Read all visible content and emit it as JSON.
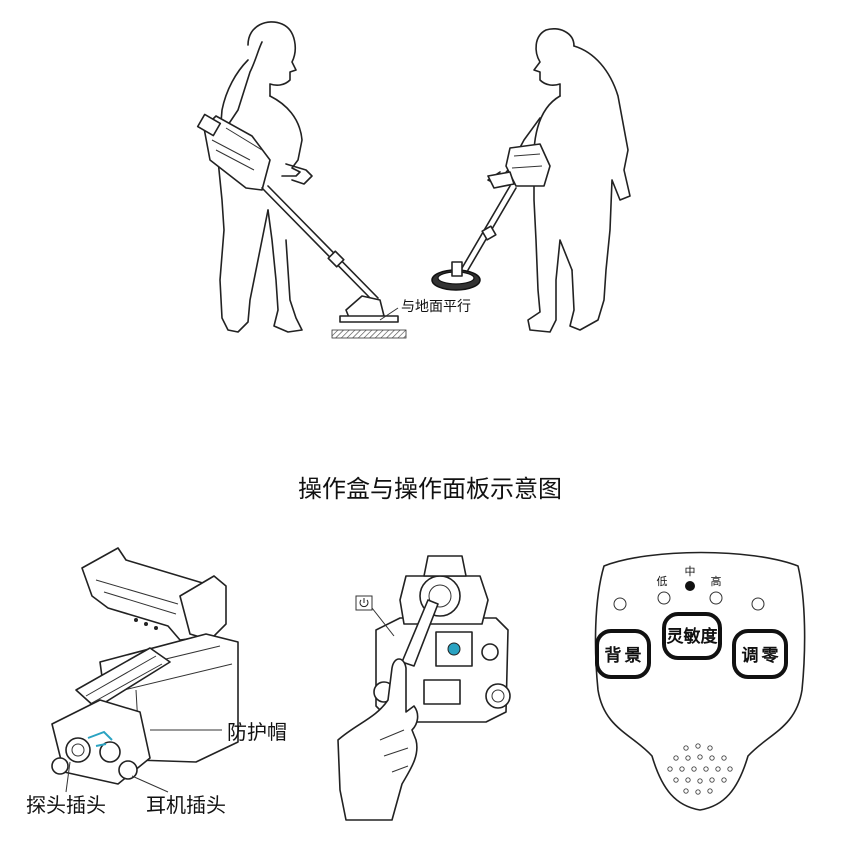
{
  "usage": {
    "ground_label": "与地面平行"
  },
  "section_title": "操作盒与操作面板示意图",
  "box_labels": {
    "cap": "防护帽",
    "probe_plug": "探头插头",
    "earphone_plug": "耳机插头"
  },
  "panel": {
    "level_low": "低",
    "level_mid": "中",
    "level_high": "高",
    "buttons": [
      {
        "line1": "背",
        "line2": "景"
      },
      {
        "line1": "灵敏度",
        "line2": ""
      },
      {
        "line1": "调",
        "line2": "零"
      }
    ]
  }
}
